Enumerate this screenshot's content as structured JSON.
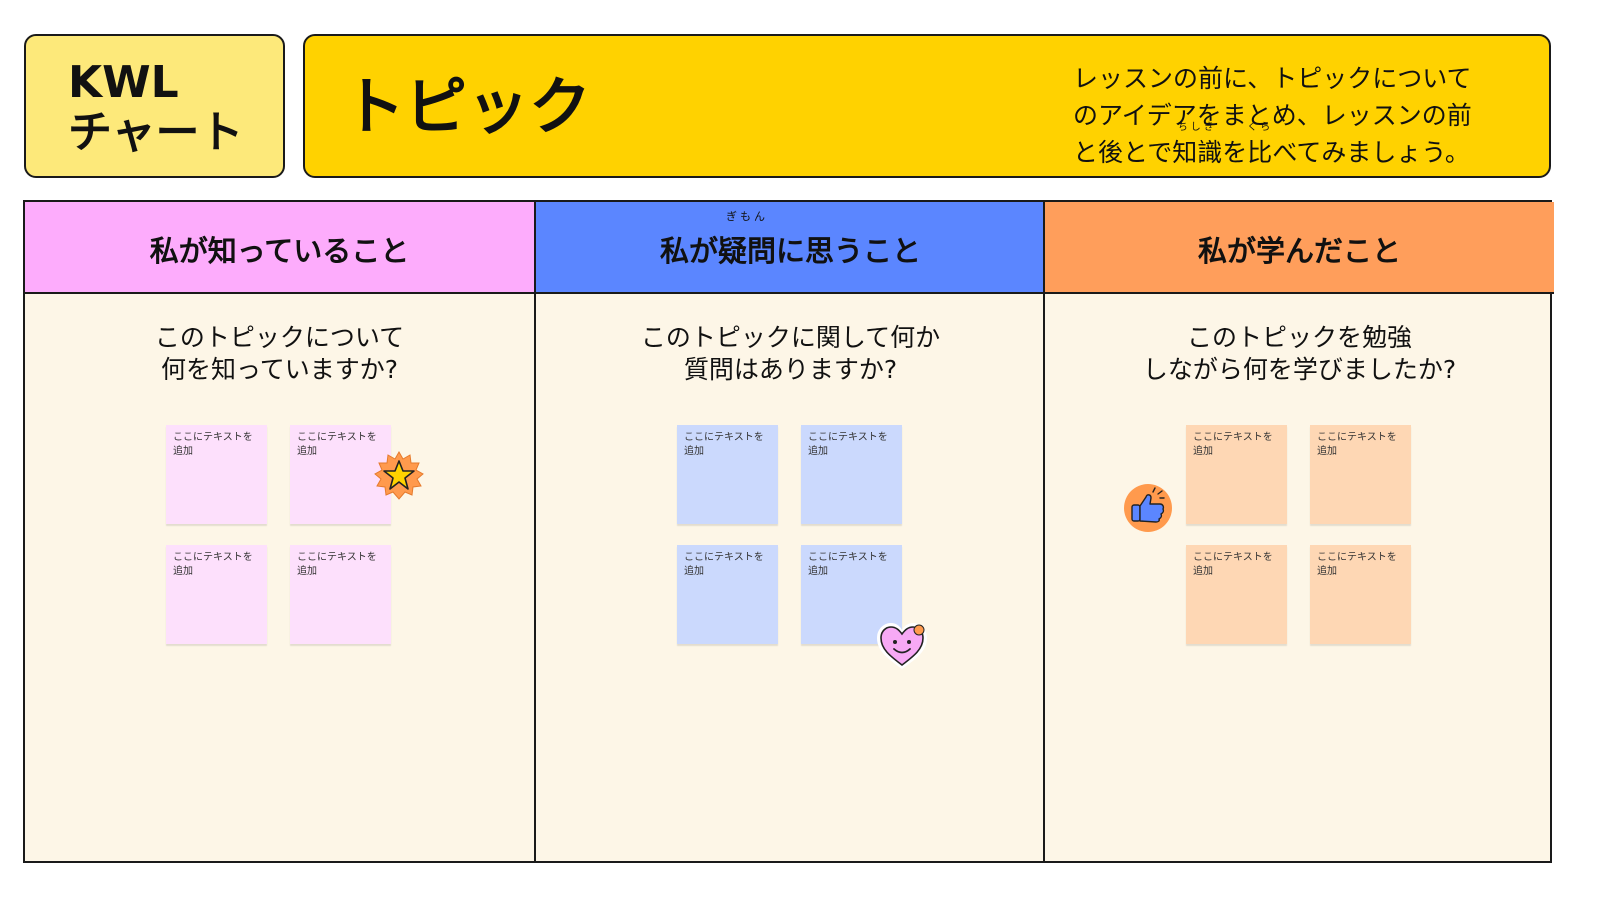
{
  "header": {
    "kwl_title": "KWL\nチャート",
    "topic_title": "トピック",
    "description": {
      "line1": "レッスンの前に、トピックについて",
      "line2": "のアイデアをまとめ、レッスンの前",
      "line3_a": "と後とで",
      "line3_b": "知識",
      "line3_b_ruby": "ちしき",
      "line3_c": "を",
      "line3_d": "比",
      "line3_d_ruby": "くら",
      "line3_e": "べてみましょう。"
    }
  },
  "columns": [
    {
      "header": "私が知っていること",
      "prompt": "このトピックについて\n何を知っていますか?",
      "header_color": "#fdacfc",
      "note_color": "#fde0fc",
      "notes": [
        "ここにテキストを\n追加",
        "ここにテキストを\n追加",
        "ここにテキストを\n追加",
        "ここにテキストを\n追加"
      ]
    },
    {
      "header_a": "私が",
      "header_b": "疑問",
      "header_b_ruby": "ぎもん",
      "header_c": "に思うこと",
      "prompt": "このトピックに関して何か\n質問はありますか?",
      "header_color": "#5b86ff",
      "note_color": "#cbd9fd",
      "notes": [
        "ここにテキストを\n追加",
        "ここにテキストを\n追加",
        "ここにテキストを\n追加",
        "ここにテキストを\n追加"
      ]
    },
    {
      "header": "私が学んだこと",
      "prompt": "このトピックを勉強\nしながら何を学びましたか?",
      "header_color": "#ff9e5b",
      "note_color": "#fed7b4",
      "notes": [
        "ここにテキストを\n追加",
        "ここにテキストを\n追加",
        "ここにテキストを\n追加",
        "ここにテキストを\n追加"
      ]
    }
  ],
  "stickers": [
    "star-sticker-icon",
    "heart-smile-sticker-icon",
    "thumbs-up-sticker-icon"
  ]
}
